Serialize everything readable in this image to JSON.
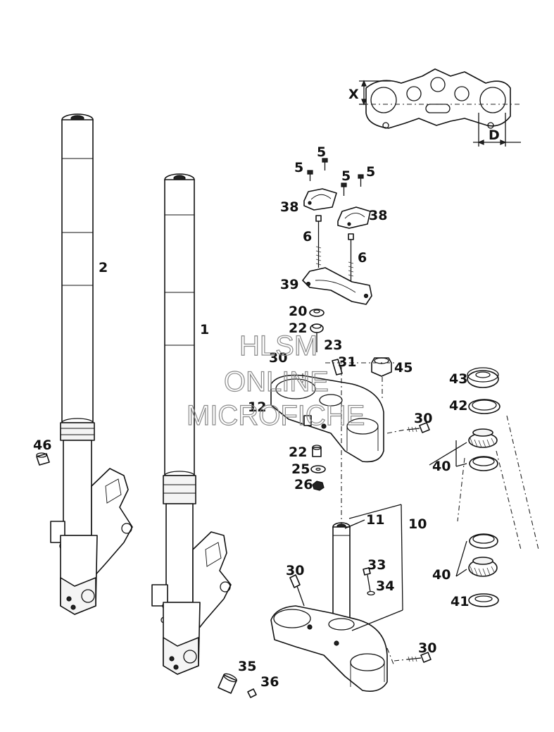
{
  "diagram": {
    "part_labels": {
      "p1": "1",
      "p2": "2",
      "p5a": "5",
      "p5b": "5",
      "p5c": "5",
      "p5d": "5",
      "p6a": "6",
      "p6b": "6",
      "p10": "10",
      "p11": "11",
      "p12": "12",
      "p20": "20",
      "p22a": "22",
      "p22b": "22",
      "p23": "23",
      "p25": "25",
      "p26": "26",
      "p30a": "30",
      "p30b": "30",
      "p30c": "30",
      "p30d": "30",
      "p31": "31",
      "p33": "33",
      "p34": "34",
      "p35": "35",
      "p36": "36",
      "p38a": "38",
      "p38b": "38",
      "p39": "39",
      "p40a": "40",
      "p40b": "40",
      "p41": "41",
      "p42": "42",
      "p43": "43",
      "p45": "45",
      "p46": "46"
    },
    "dimension_labels": {
      "x": "X",
      "d": "D"
    }
  },
  "watermark": {
    "line1": "HLSM",
    "line2": "ONLINE",
    "line3": "MICROFICHE"
  }
}
